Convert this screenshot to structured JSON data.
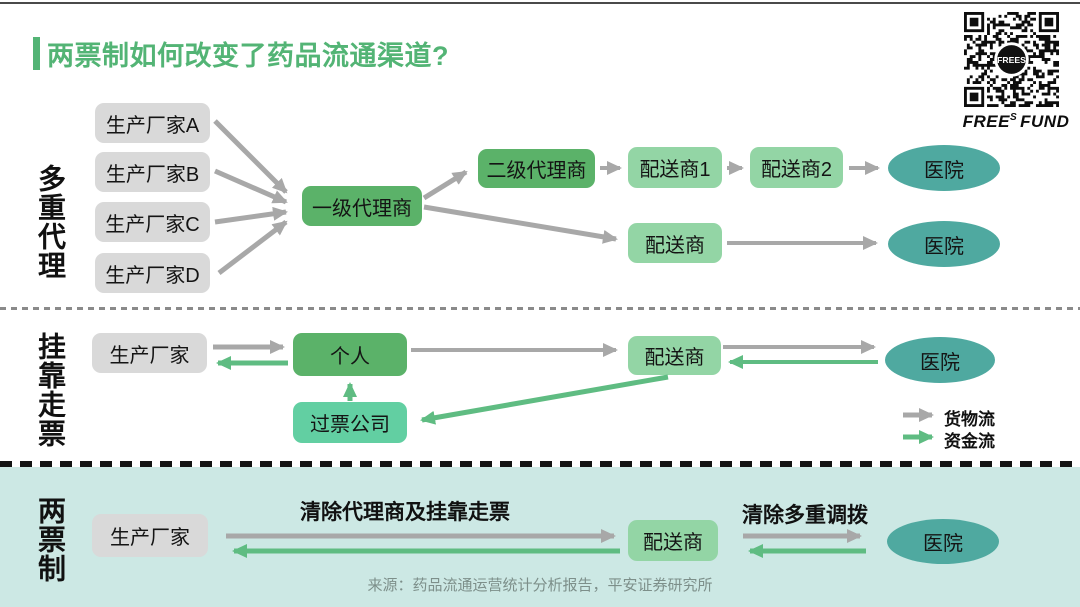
{
  "title": "两票制如何改变了药品流通渠道?",
  "brand": {
    "qr_label": "FREES",
    "name_free": "FREE",
    "name_sup": "S",
    "name_fund": "FUND"
  },
  "sections": {
    "multi_agent": {
      "label": "多重代理",
      "manufacturers": [
        "生产厂家A",
        "生产厂家B",
        "生产厂家C",
        "生产厂家D"
      ],
      "level1_agent": "一级代理商",
      "level2_agent": "二级代理商",
      "distributor1": "配送商1",
      "distributor2": "配送商2",
      "distributor": "配送商",
      "hospital1": "医院",
      "hospital2": "医院"
    },
    "affiliated_invoicing": {
      "label": "挂靠走票",
      "manufacturer": "生产厂家",
      "individual": "个人",
      "invoice_company": "过票公司",
      "distributor": "配送商",
      "hospital": "医院"
    },
    "two_invoice": {
      "label": "两票制",
      "manufacturer": "生产厂家",
      "distributor": "配送商",
      "hospital": "医院",
      "note_left": "清除代理商及挂靠走票",
      "note_right": "清除多重调拨"
    }
  },
  "legend": {
    "goods_flow": "货物流",
    "capital_flow": "资金流"
  },
  "source": "来源：药品流通运营统计分析报告，平安证券研究所",
  "colors": {
    "accent_green": "#53b475",
    "box_green": "#5bb269",
    "box_light_green": "#93d5a5",
    "box_mint": "#62cfa2",
    "box_gray": "#d9d9d9",
    "hospital_teal": "#4fa9a0",
    "arrow_gray": "#a8a8a8",
    "arrow_green": "#5fbc82",
    "section3_bg": "#cce8e4",
    "divider_gray": "#8a8a8a",
    "divider_black": "#141414"
  }
}
